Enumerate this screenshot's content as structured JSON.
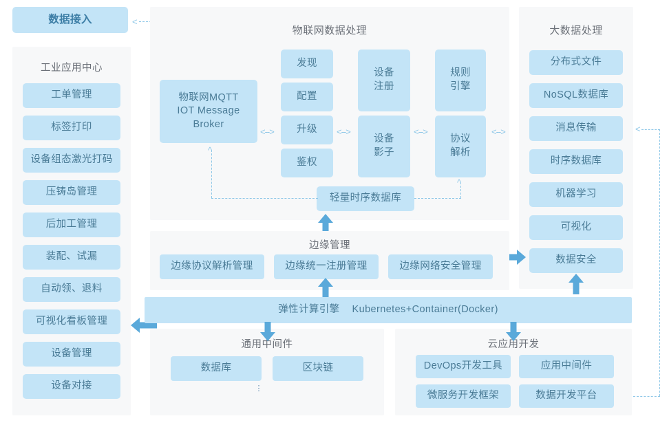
{
  "diagram": {
    "title_hidden": "",
    "colors": {
      "node_fill": "#c3e4f7",
      "node_text": "#4a7b96",
      "panel_bg": "#f7f8f9",
      "panel_title": "#6b7078",
      "arrow": "#5aa9da",
      "dashed": "#8fc8e8",
      "accent_bold_text": "#3d7ea6"
    }
  },
  "data_access": {
    "label": "数据接入"
  },
  "industrial_app_center": {
    "title": "工业应用中心",
    "items": [
      {
        "label": "工单管理"
      },
      {
        "label": "标签打印"
      },
      {
        "label": "设备组态激光打码"
      },
      {
        "label": "压铸岛管理"
      },
      {
        "label": "后加工管理"
      },
      {
        "label": "装配、试漏"
      },
      {
        "label": "自动领、退料"
      },
      {
        "label": "可视化看板管理"
      },
      {
        "label": "设备管理"
      },
      {
        "label": "设备对接"
      }
    ]
  },
  "iot_data_processing": {
    "title": "物联网数据处理",
    "broker": {
      "lines": [
        "物联网MQTT",
        "IOT Message",
        "Broker"
      ]
    },
    "column_ops": [
      {
        "label": "发现"
      },
      {
        "label": "配置"
      },
      {
        "label": "升级"
      },
      {
        "label": "鉴权"
      }
    ],
    "device_register": {
      "lines": [
        "设备",
        "注册"
      ]
    },
    "device_shadow": {
      "lines": [
        "设备",
        "影子"
      ]
    },
    "rule_engine": {
      "lines": [
        "规则",
        "引擎"
      ]
    },
    "protocol_parse": {
      "lines": [
        "协议",
        "解析"
      ]
    },
    "light_tsdb": {
      "label": "轻量时序数据库"
    }
  },
  "big_data_processing": {
    "title": "大数据处理",
    "items": [
      {
        "label": "分布式文件"
      },
      {
        "label": "NoSQL数据库"
      },
      {
        "label": "消息传输"
      },
      {
        "label": "时序数据库"
      },
      {
        "label": "机器学习"
      },
      {
        "label": "可视化"
      },
      {
        "label": "数据安全"
      }
    ]
  },
  "edge_management": {
    "title": "边缘管理",
    "items": [
      {
        "label": "边缘协议解析管理"
      },
      {
        "label": "边缘统一注册管理"
      },
      {
        "label": "边缘网络安全管理"
      }
    ]
  },
  "compute_engine": {
    "label_cn": "弹性计算引擎",
    "label_en": "Kubernetes+Container(Docker)"
  },
  "common_middleware": {
    "title": "通用中间件",
    "items": [
      {
        "label": "数据库"
      },
      {
        "label": "区块链"
      }
    ],
    "more_indicator": "⋮"
  },
  "cloud_app_dev": {
    "title": "云应用开发",
    "items": [
      {
        "label": "DevOps开发工具"
      },
      {
        "label": "应用中间件"
      },
      {
        "label": "微服务开发框架"
      },
      {
        "label": "数据开发平台"
      }
    ]
  },
  "connectors": {
    "bidir_marker": "<-->",
    "left_arrowhead": "<",
    "up_arrowhead": "^",
    "down_arrowhead": "v"
  }
}
